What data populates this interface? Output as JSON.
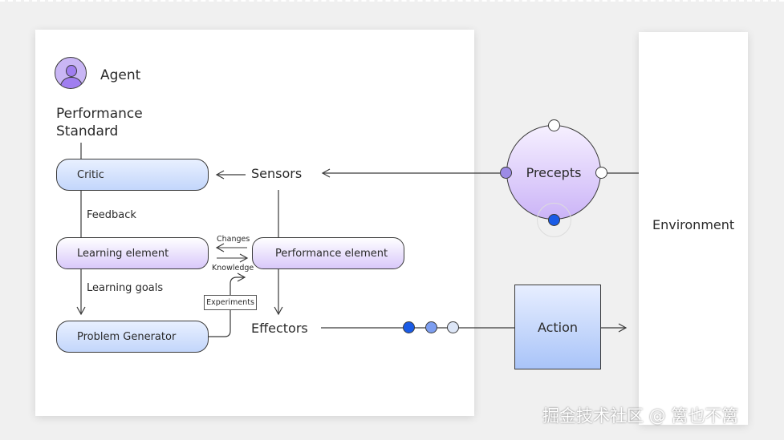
{
  "agent": {
    "title": "Agent",
    "performance_standard": "Performance\nStandard",
    "boxes": {
      "critic": "Critic",
      "learning_element": "Learning element",
      "performance_element": "Performance element",
      "problem_generator": "Problem Generator"
    },
    "labels": {
      "feedback": "Feedback",
      "learning_goals": "Learning goals",
      "changes": "Changes",
      "knowledge": "Knowledge",
      "experiments": "Experiments",
      "sensors": "Sensors",
      "effectors": "Effectors"
    }
  },
  "precepts": "Precepts",
  "action": "Action",
  "environment": "Environment",
  "watermark": "掘金技术社区 @ 篱也不篱",
  "colors": {
    "purple_fill": "#cbb4f7",
    "blue_fill": "#c3d6fb",
    "blue_dot": "#1a5be6",
    "lavender_dot": "#9d8be6"
  }
}
